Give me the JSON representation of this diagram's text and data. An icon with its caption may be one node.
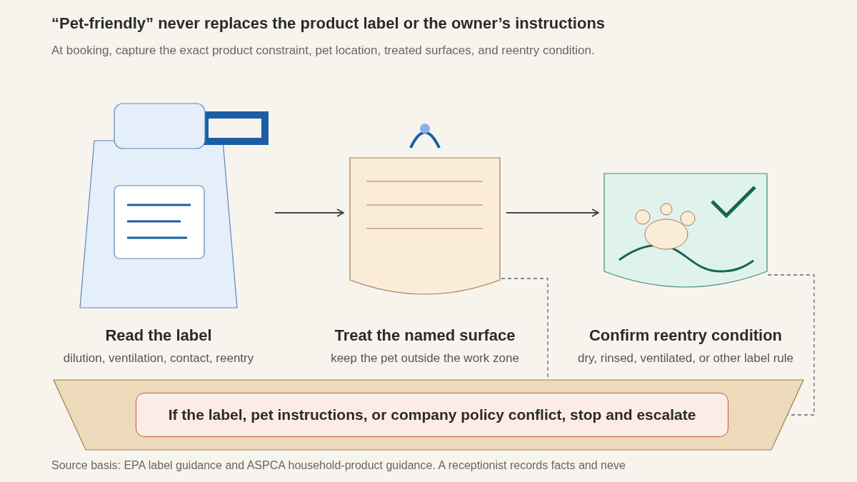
{
  "diagram": {
    "title": "“Pet-friendly” never replaces the product label or the owner’s instructions",
    "caption": "At booking, capture the exact product constraint, pet location, treated surfaces, and reentry condition.",
    "nodes": [
      {
        "text": [],
        "shape": "picture",
        "beside": [
          "Read the label",
          "dilution, ventilation, contact, reentry"
        ]
      },
      {
        "text": [],
        "shape": "picture",
        "beside": [
          "Treat the named surface",
          "keep the pet outside the work zone"
        ]
      },
      {
        "text": [],
        "shape": "picture",
        "beside": [
          "Confirm reentry condition",
          "dry, rinsed, ventilated, or other label rule"
        ]
      },
      {
        "text": [],
        "shape": "band"
      },
      {
        "text": [
          "If the label, pet instructions, or company policy conflict, stop and escalate"
        ],
        "in": 3
      }
    ],
    "edges": [
      {
        "from": 0,
        "to": 1,
        "arrow": "to"
      },
      {
        "from": 1,
        "to": 2,
        "arrow": "to"
      },
      {
        "from": 1,
        "to": 4,
        "arrow": "none",
        "style": "dashed"
      },
      {
        "from": 2,
        "to": 4,
        "arrow": "none",
        "style": "dashed"
      }
    ],
    "labels": [
      "Source basis: EPA label guidance and ASPCA household-product guidance. A receptionist records facts and neve"
    ]
  }
}
